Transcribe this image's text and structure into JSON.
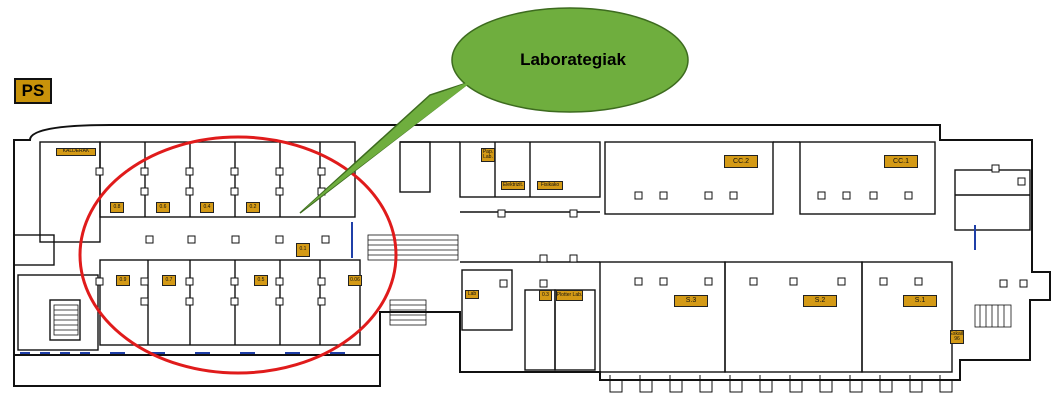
{
  "floor_badge": "PS",
  "callout": {
    "text": "Laborategiak",
    "bubble_color": "#6fae3e",
    "bubble_border": "#3d6b1f"
  },
  "highlight_color": "#e01b1b",
  "tag_color": "#d49a16",
  "rooms": {
    "kalderak": "KALDERAK",
    "lab_0_top_1": "0.8",
    "lab_0_top_2": "0.6",
    "lab_0_top_3": "0.4",
    "lab_0_top_4": "0.2",
    "corridor": "0.1",
    "lab_0_bot_1": "0.9",
    "lab_0_bot_2": "0.7",
    "lab_0_bot_3": "0.5",
    "lab_0_bot_4": "0.06",
    "paper_room": "Pap. Lab.",
    "elektrizitatea": "Elektrizit.",
    "fisikako": "Fisikako",
    "lab_left": "Lab",
    "lab_mid": "0.3",
    "plotter": "Plotter Lab.",
    "cc2": "CC.2",
    "cc1": "CC.1",
    "s3": "S.3",
    "s2": "S.2",
    "s1": "S.1",
    "stair_label": "Eskail. 96"
  }
}
